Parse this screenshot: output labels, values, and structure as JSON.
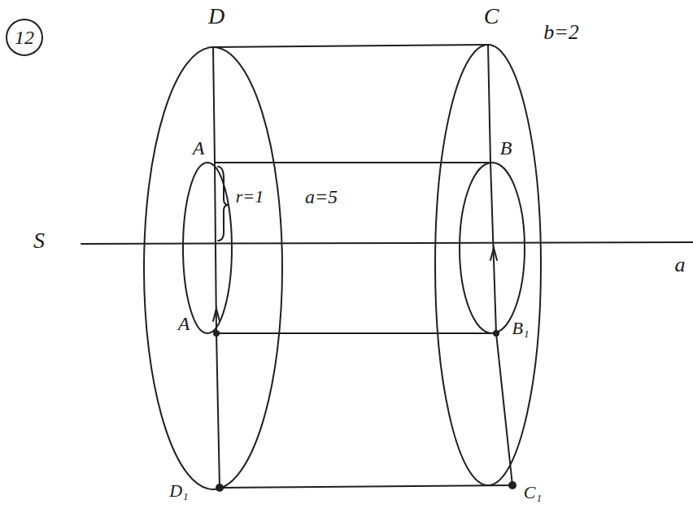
{
  "diagram": {
    "labels": [
      "12",
      "D",
      "C",
      "b=2",
      "A",
      "r=1",
      "a=5",
      "B",
      "S",
      "a",
      "A",
      "B₁",
      "D₁",
      "C₁"
    ]
  }
}
